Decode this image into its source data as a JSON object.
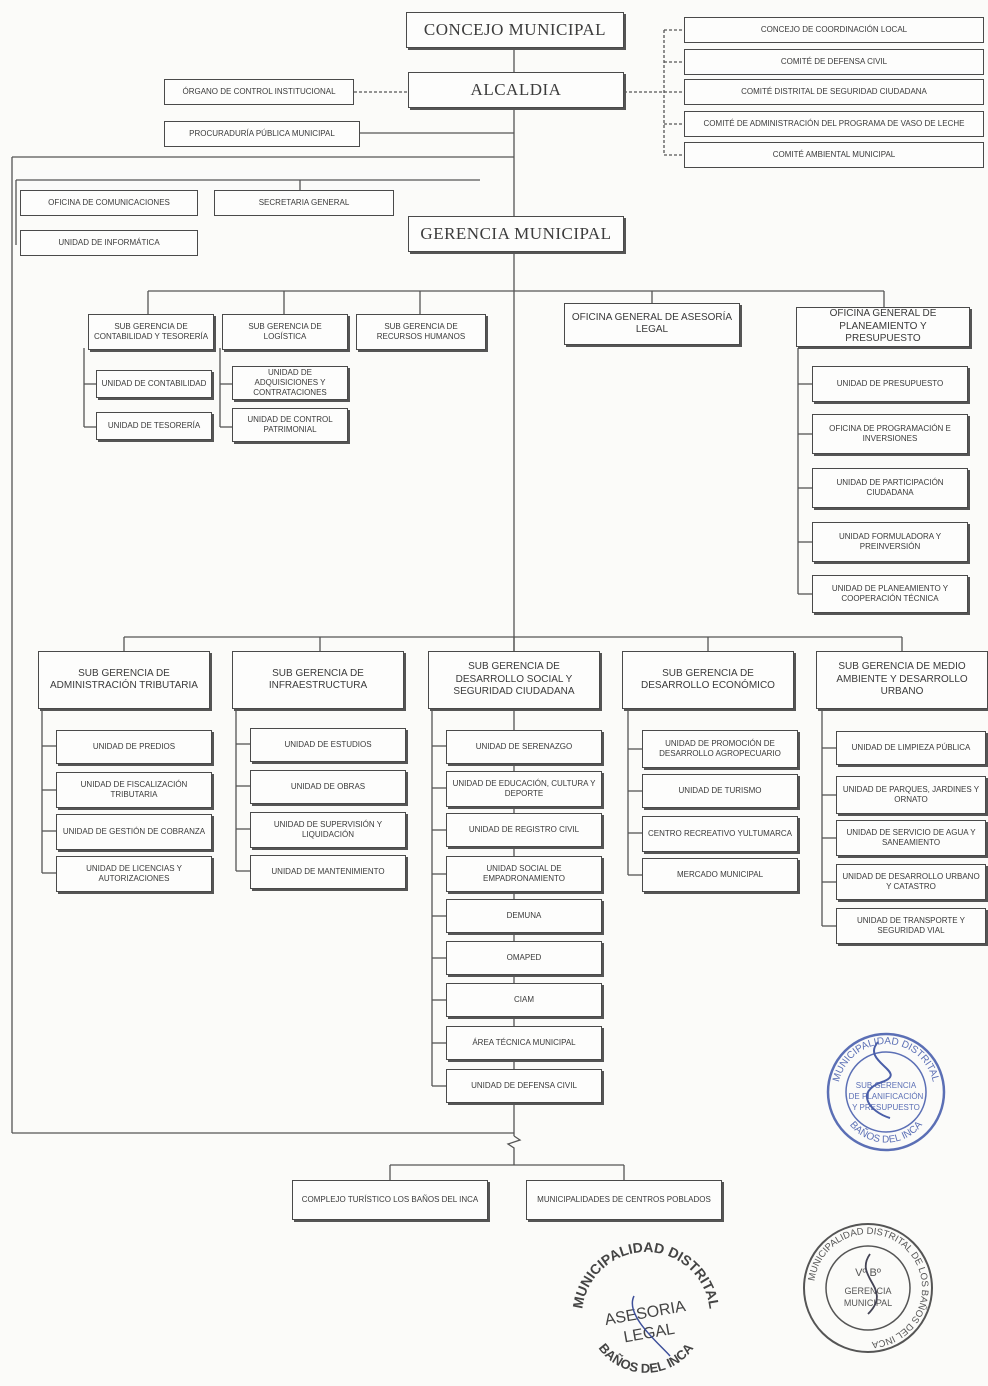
{
  "top": {
    "concejo": "CONCEJO MUNICIPAL",
    "alcaldia": "ALCALDIA",
    "gerencia": "GERENCIA MUNICIPAL"
  },
  "councils": [
    "CONCEJO DE COORDINACIÓN LOCAL",
    "COMITÉ DE DEFENSA CIVIL",
    "COMITÉ DISTRITAL DE SEGURIDAD CIUDADANA",
    "COMITÉ DE ADMINISTRACIÓN DEL PROGRAMA DE VASO DE LECHE",
    "COMITÉ AMBIENTAL MUNICIPAL"
  ],
  "left_staff": {
    "control": "ÓRGANO DE CONTROL INSTITUCIONAL",
    "procuraduria": "PROCURADURÍA PÚBLICA MUNICIPAL",
    "comunicaciones": "OFICINA DE COMUNICACIONES",
    "informatica": "UNIDAD DE INFORMÁTICA",
    "secretaria": "SECRETARIA GENERAL"
  },
  "support": {
    "contabilidad": "SUB GERENCIA DE CONTABILIDAD Y TESORERÍA",
    "logistica": "SUB GERENCIA DE LOGÍSTICA",
    "rrhh": "SUB GERENCIA DE RECURSOS HUMANOS",
    "contabilidad_units": [
      "UNIDAD DE CONTABILIDAD",
      "UNIDAD DE TESORERÍA"
    ],
    "logistica_units": [
      "UNIDAD DE ADQUISICIONES Y CONTRATACIONES",
      "UNIDAD DE CONTROL PATRIMONIAL"
    ]
  },
  "asesoria": "OFICINA GENERAL DE ASESORÍA LEGAL",
  "planeamiento": {
    "title": "OFICINA GENERAL DE PLANEAMIENTO Y PRESUPUESTO",
    "units": [
      "UNIDAD DE PRESUPUESTO",
      "OFICINA DE PROGRAMACIÓN E INVERSIONES",
      "UNIDAD DE PARTICIPACIÓN CIUDADANA",
      "UNIDAD FORMULADORA Y PREINVERSIÓN",
      "UNIDAD DE PLANEAMIENTO Y COOPERACIÓN TÉCNICA"
    ]
  },
  "line_units": [
    {
      "title": "SUB GERENCIA DE ADMINISTRACIÓN TRIBUTARIA",
      "units": [
        "UNIDAD DE PREDIOS",
        "UNIDAD DE FISCALIZACIÓN TRIBUTARIA",
        "UNIDAD DE GESTIÓN DE COBRANZA",
        "UNIDAD DE LICENCIAS Y AUTORIZACIONES"
      ]
    },
    {
      "title": "SUB GERENCIA DE INFRAESTRUCTURA",
      "units": [
        "UNIDAD DE ESTUDIOS",
        "UNIDAD DE OBRAS",
        "UNIDAD DE SUPERVISIÓN Y LIQUIDACIÓN",
        "UNIDAD DE MANTENIMIENTO"
      ]
    },
    {
      "title": "SUB GERENCIA DE DESARROLLO SOCIAL Y SEGURIDAD CIUDADANA",
      "units": [
        "UNIDAD DE SERENAZGO",
        "UNIDAD DE EDUCACIÓN, CULTURA Y DEPORTE",
        "UNIDAD DE REGISTRO CIVIL",
        "UNIDAD SOCIAL DE EMPADRONAMIENTO",
        "DEMUNA",
        "OMAPED",
        "CIAM",
        "ÁREA TÉCNICA MUNICIPAL",
        "UNIDAD DE DEFENSA CIVIL"
      ]
    },
    {
      "title": "SUB GERENCIA DE DESARROLLO ECONÓMICO",
      "units": [
        "UNIDAD DE PROMOCIÓN DE DESARROLLO AGROPECUARIO",
        "UNIDAD DE TURISMO",
        "CENTRO RECREATIVO YULTUMARCA",
        "MERCADO MUNICIPAL"
      ]
    },
    {
      "title": "SUB GERENCIA DE MEDIO AMBIENTE Y DESARROLLO URBANO",
      "units": [
        "UNIDAD DE LIMPIEZA PÚBLICA",
        "UNIDAD DE PARQUES, JARDINES Y ORNATO",
        "UNIDAD DE SERVICIO DE AGUA Y SANEAMIENTO",
        "UNIDAD DE DESARROLLO URBANO Y CATASTRO",
        "UNIDAD DE TRANSPORTE Y SEGURIDAD VIAL"
      ]
    }
  ],
  "decentralized": [
    "COMPLEJO TURÍSTICO LOS BAÑOS DEL INCA",
    "MUNICIPALIDADES DE CENTROS POBLADOS"
  ],
  "stamps": {
    "a": {
      "ring_top": "MUNICIPALIDAD DISTRITAL",
      "ring_bottom": "BAÑOS DEL INCA",
      "center": [
        "SUB GERENCIA",
        "DE PLANIFICACIÓN",
        "Y PRESUPUESTO"
      ],
      "color": "#5b6fb5"
    },
    "b": {
      "ring_top": "MUNICIPALIDAD DISTRITAL",
      "ring_bottom": "BAÑOS DEL INCA",
      "center": [
        "ASESORIA",
        "LEGAL"
      ],
      "color": "#444444"
    },
    "c": {
      "ring_top": "MUNICIPALIDAD DISTRITAL DE LOS BAÑOS DEL INCA",
      "center": [
        "Vº Bº",
        "GERENCIA",
        "MUNICIPAL"
      ],
      "color": "#555555"
    }
  }
}
